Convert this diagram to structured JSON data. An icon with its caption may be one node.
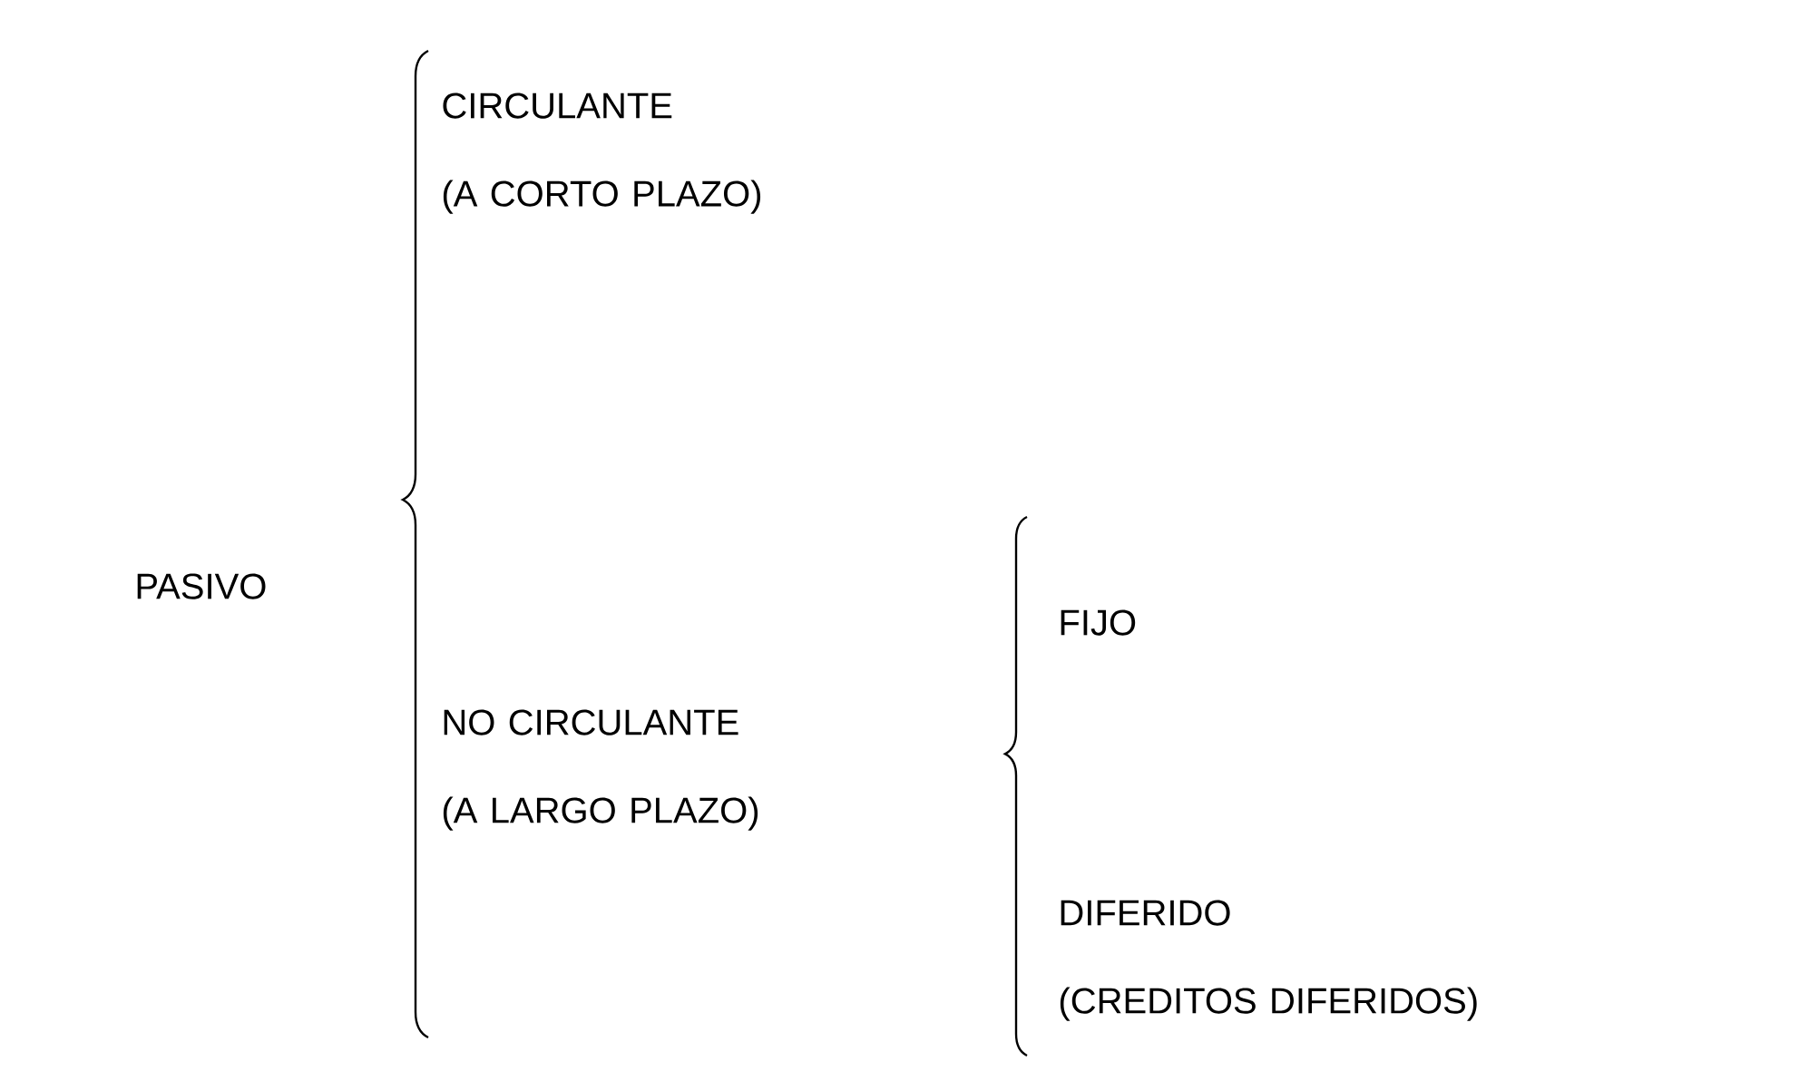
{
  "diagram": {
    "labels": [
      "CIRCULANTE",
      "(A CORTO PLAZO)",
      "PASIVO",
      "FIJO",
      "NO CIRCULANTE",
      "(A LARGO PLAZO)",
      "DIFERIDO",
      "(CREDITOS DIFERIDOS)"
    ]
  }
}
